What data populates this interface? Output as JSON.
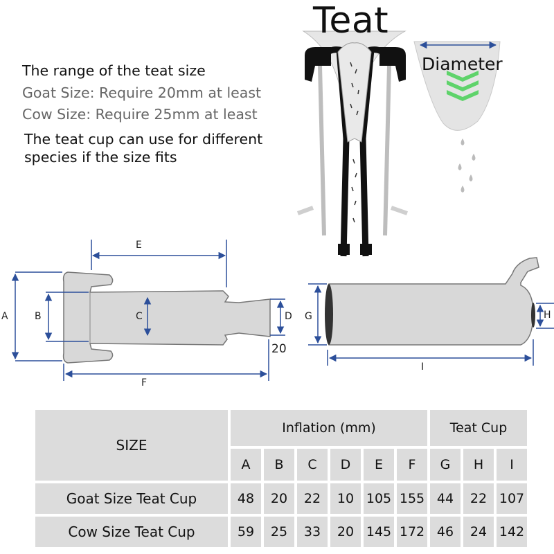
{
  "title": "Teat",
  "diameter_label": "Diameter",
  "info": {
    "heading": "The range of the teat size",
    "goat_line": "Goat Size: Require 20mm at least",
    "cow_line": "Cow Size: Require 25mm at least",
    "note_line1": "The teat cup can use for different",
    "note_line2": "species if the size fits"
  },
  "dimension_labels": {
    "A": "A",
    "B": "B",
    "C": "C",
    "D": "D",
    "E": "E",
    "F": "F",
    "G": "G",
    "H": "H",
    "I": "I",
    "extra": "20"
  },
  "table": {
    "size_header": "SIZE",
    "inflation_header": "Inflation (mm)",
    "teatcup_header": "Teat Cup",
    "columns": [
      "A",
      "B",
      "C",
      "D",
      "E",
      "F",
      "G",
      "H",
      "I"
    ],
    "rows": [
      {
        "label": "Goat Size Teat Cup",
        "values": [
          "48",
          "20",
          "22",
          "10",
          "105",
          "155",
          "44",
          "22",
          "107"
        ]
      },
      {
        "label": "Cow Size Teat Cup",
        "values": [
          "59",
          "25",
          "33",
          "20",
          "145",
          "172",
          "46",
          "24",
          "142"
        ]
      }
    ]
  },
  "colors": {
    "dimension_line": "#2c4f9a",
    "arrow_green": "#5fd36b",
    "table_cell": "#dcdcdc",
    "liner": "#111111",
    "part_fill": "#d8d8d8"
  }
}
